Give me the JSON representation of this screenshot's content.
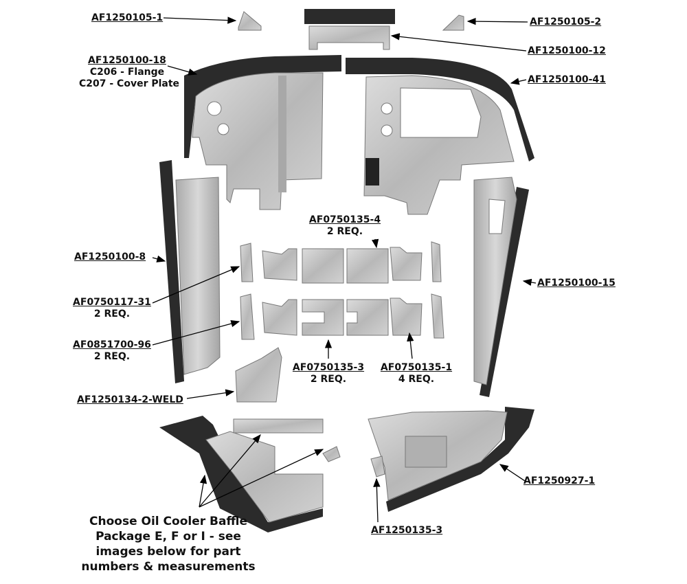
{
  "labels": {
    "af1250105_1": "AF1250105-1",
    "af1250105_2": "AF1250105-2",
    "af1250100_12": "AF1250100-12",
    "af1250100_18": "AF1250100-18",
    "c206": "C206 - Flange",
    "c207": "C207 - Cover Plate",
    "af1250100_41": "AF1250100-41",
    "af0750135_4": "AF0750135-4",
    "req_2a": "2 REQ.",
    "af1250100_8": "AF1250100-8",
    "af1250100_15": "AF1250100-15",
    "af0750117_31": "AF0750117-31",
    "req_2b": "2 REQ.",
    "af0851700_96": "AF0851700-96",
    "req_2c": "2 REQ.",
    "af0750135_3": "AF0750135-3",
    "req_2d": "2 REQ.",
    "af0750135_1": "AF0750135-1",
    "req_4": "4 REQ.",
    "af1250134": "AF1250134-2-WELD",
    "af1250927": "AF1250927-1",
    "af1250135_3": "AF1250135-3"
  },
  "note": {
    "line1": "Choose Oil Cooler Baffle",
    "line2": "Package E, F or I - see",
    "line3": "images below for part",
    "line4": "numbers & measurements"
  },
  "colors": {
    "metal": "#c9c9c9",
    "metal_dark": "#9a9a9a",
    "rubber": "#2b2b2b",
    "arrow": "#000000"
  }
}
